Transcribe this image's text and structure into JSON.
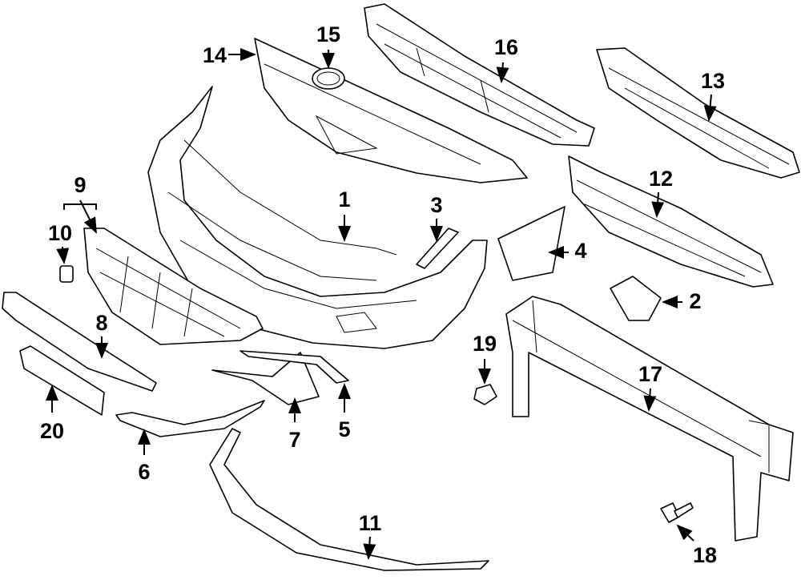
{
  "diagram": {
    "title": "Front bumper components",
    "callouts": [
      "14",
      "15",
      "16",
      "13",
      "1",
      "3",
      "9",
      "10",
      "12",
      "4",
      "2",
      "8",
      "19",
      "17",
      "5",
      "7",
      "20",
      "6",
      "11",
      "18"
    ]
  }
}
